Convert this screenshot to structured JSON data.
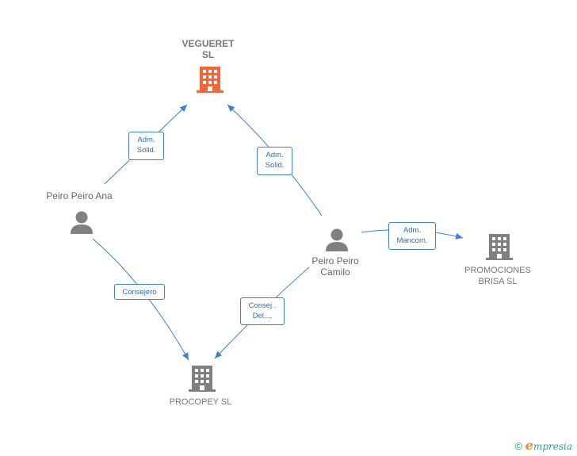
{
  "nodes": {
    "vegueret": {
      "line1": "VEGUERET",
      "line2": "SL",
      "color": "#f0683a"
    },
    "promociones": {
      "line1": "PROMOCIONES",
      "line2": "BRISA SL",
      "color": "#808080"
    },
    "procopey": {
      "line1": "PROCOPEY SL",
      "color": "#808080"
    },
    "ana": {
      "name": "Peiro Peiro Ana",
      "color": "#808080"
    },
    "camilo": {
      "line1": "Peiro Peiro",
      "line2": "Camilo",
      "color": "#808080"
    }
  },
  "edges": {
    "ana_vegueret": {
      "line1": "Adm.",
      "line2": "Solid."
    },
    "camilo_vegueret": {
      "line1": "Adm.",
      "line2": "Solid."
    },
    "camilo_promociones": {
      "line1": "Adm.",
      "line2": "Mancom."
    },
    "ana_procopey": {
      "line1": "Consejero"
    },
    "camilo_procopey": {
      "line1": "Consej .",
      "line2": "Del...."
    }
  },
  "edge_color": "#3d7fd1",
  "footer": {
    "copyright": "©",
    "brand_initial": "e",
    "brand_rest": "mpresia"
  }
}
